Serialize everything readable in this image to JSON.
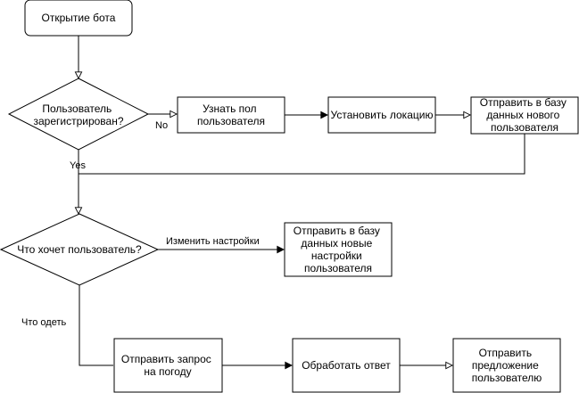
{
  "nodes": {
    "start": "Открытие бота",
    "registered_q": [
      "Пользователь",
      "зарегистрирован?"
    ],
    "get_gender": [
      "Узнать пол",
      "пользователя"
    ],
    "set_location": "Установить локацию",
    "save_new_user": [
      "Отправить в базу",
      "данных нового",
      "пользователя"
    ],
    "user_wants_q": "Что хочет пользователь?",
    "save_settings": [
      "Отправить в базу",
      "данных новые",
      "настройки",
      "пользователя"
    ],
    "weather_request": [
      "Отправить запрос",
      "на погоду"
    ],
    "process_response": "Обработать ответ",
    "send_suggestion": [
      "Отправить",
      "предложение",
      "пользователю"
    ]
  },
  "edges": {
    "no": "No",
    "yes": "Yes",
    "change_settings": "Изменить настройки",
    "what_to_wear": "Что одеть"
  }
}
